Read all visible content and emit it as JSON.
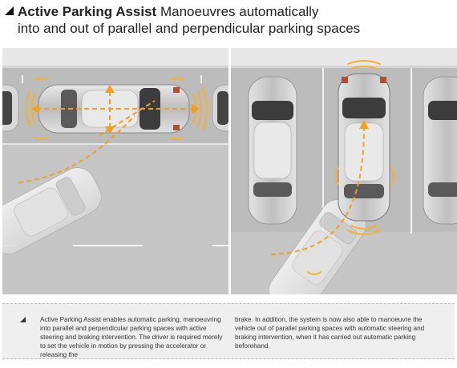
{
  "title": {
    "bold": "Active Parking Assist",
    "rest": "Manoeuvres automatically",
    "line2": "into and out of parallel and perpendicular parking spaces"
  },
  "description": {
    "col1": "Active Parking Assist enables automatic parking, manoeuvring into parallel and perpendicular parking spaces with active steering and braking intervention. The driver is required merely to set the vehicle in motion by pressing the accelerator or releasing the",
    "col2": "brake. In addition, the system is now also able to manoeuvre the vehicle out of parallel parking spaces with automatic steering and braking intervention, when it has carried out automatic parking beforehand."
  },
  "colors": {
    "road": "#c9c9c9",
    "sidewalk": "#e6e6e6",
    "car_body": "#cfcfcf",
    "path": "#f0a020",
    "sensor": "#f5b030"
  }
}
